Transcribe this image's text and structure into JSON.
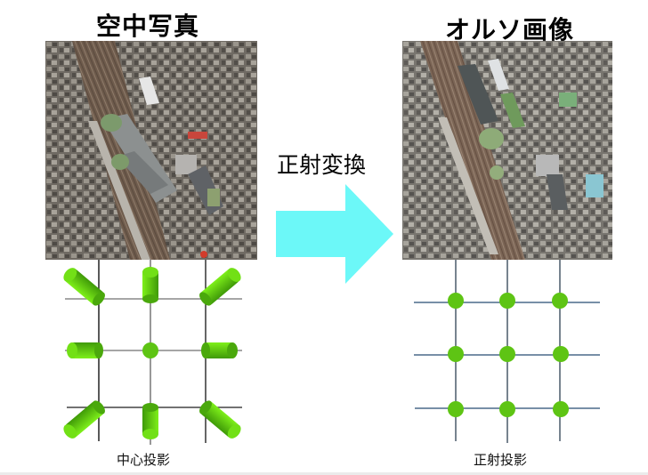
{
  "left_panel": {
    "title": "空中写真",
    "image_label": "aerial-photo",
    "caption": "中心投影"
  },
  "arrow": {
    "label": "正射変換",
    "color": "#6cf8f8"
  },
  "right_panel": {
    "title": "オルソ画像",
    "image_label": "ortho-image",
    "caption": "正射投影"
  },
  "colors": {
    "pillar_green": "#66cc11",
    "pillar_light": "#7ef01a",
    "dot_green": "#5ec414",
    "grid_left": "#666666",
    "grid_right": "#4a6a8a"
  }
}
